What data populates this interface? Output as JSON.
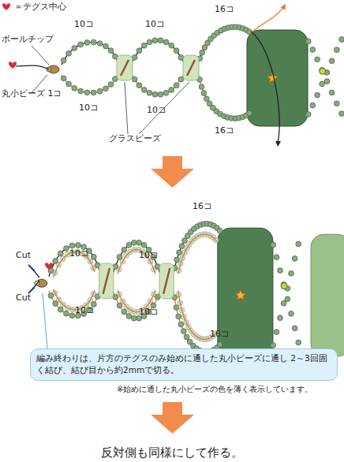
{
  "diagram": {
    "nodes": [
      {
        "text": [
          "編み終わりは、片方のテグスのみ始めに通した丸小ビーズに通し 2～3回固く結び、結び目から約2mmで切る。"
        ]
      }
    ],
    "labels": [
      "＝テグス中心",
      "ボールチップ",
      "10コ",
      "10コ",
      "16コ",
      "丸小ビーズ 1コ",
      "10コ",
      "10コ",
      "16コ",
      "グラスビーズ",
      "Cut",
      "Cut",
      "10コ",
      "10コ",
      "16コ",
      "10コ",
      "10コ",
      "16コ",
      "※始めに通した丸小ビーズの色を薄く表示しています。",
      "反対側も同様にして作る。"
    ]
  }
}
